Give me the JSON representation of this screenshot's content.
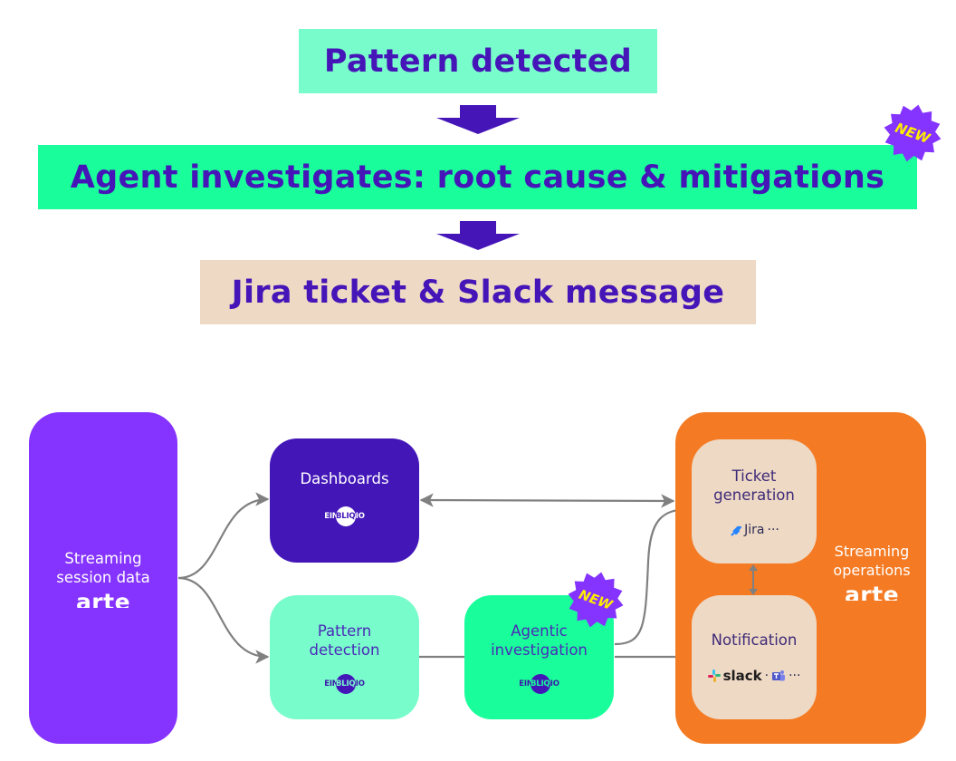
{
  "flow_steps": [
    {
      "label": "Pattern detected",
      "color": "#79fccb"
    },
    {
      "label": "Agent investigates: root cause & mitigations",
      "color": "#19fe9a",
      "badge": "NEW"
    },
    {
      "label": "Jira ticket & Slack message",
      "color": "#eed9c4"
    }
  ],
  "colors": {
    "text_primary": "#4515b8",
    "arrow": "#4515b8",
    "connector": "#808080",
    "badge_fill": "#8533fe",
    "badge_text": "#ffee00"
  },
  "diagram": {
    "source": {
      "label_line1": "Streaming",
      "label_line2": "session data",
      "brand": "arte",
      "color": "#8533fe"
    },
    "dashboards": {
      "label": "Dashboards",
      "logo": "EINBLIQ.IO",
      "logo_parts": [
        "EIN",
        "BLIQ",
        ".IO"
      ],
      "color": "#4316b8"
    },
    "pattern_detection": {
      "label_line1": "Pattern",
      "label_line2": "detection",
      "logo_parts": [
        "EIN",
        "BLIQ",
        ".IO"
      ],
      "color": "#79fccb"
    },
    "agentic_investigation": {
      "label_line1": "Agentic",
      "label_line2": "investigation",
      "logo_parts": [
        "EIN",
        "BLIQ",
        ".IO"
      ],
      "badge": "NEW",
      "color": "#19fe9a"
    },
    "operations": {
      "label_line1": "Streaming",
      "label_line2": "operations",
      "brand": "arte",
      "color": "#f47b24"
    },
    "ticket_generation": {
      "label_line1": "Ticket",
      "label_line2": "generation",
      "tool": "Jira",
      "more": "···",
      "color": "#eed9c4"
    },
    "notification": {
      "label": "Notification",
      "tool": "slack",
      "separator": "·",
      "more": "···",
      "color": "#eed9c4"
    }
  },
  "badge_label": "NEW"
}
